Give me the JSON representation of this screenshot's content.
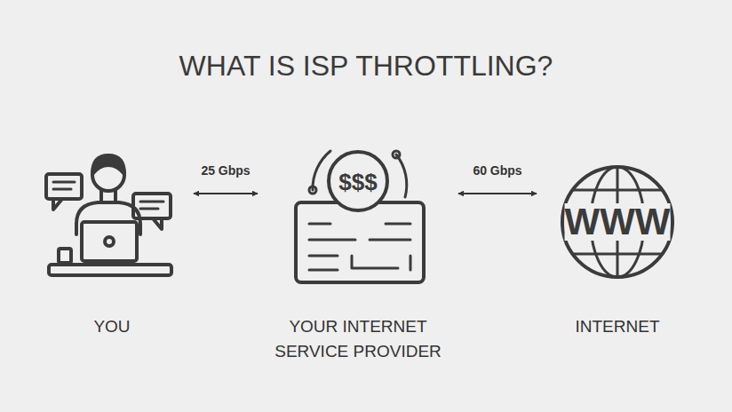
{
  "diagram": {
    "title": "WHAT IS ISP THROTTLING?",
    "nodes": [
      {
        "text": [
          "YOU"
        ]
      },
      {
        "text": [
          "YOUR INTERNET SERVICE PROVIDER"
        ]
      },
      {
        "text": [
          "INTERNET"
        ]
      }
    ],
    "edges": [
      {
        "from": 0,
        "to": 1,
        "label": "25 Gbps",
        "arrow": "both"
      },
      {
        "from": 1,
        "to": 2,
        "label": "60 Gbps",
        "arrow": "both"
      }
    ],
    "labels": [
      "$$$",
      "WWW"
    ]
  }
}
